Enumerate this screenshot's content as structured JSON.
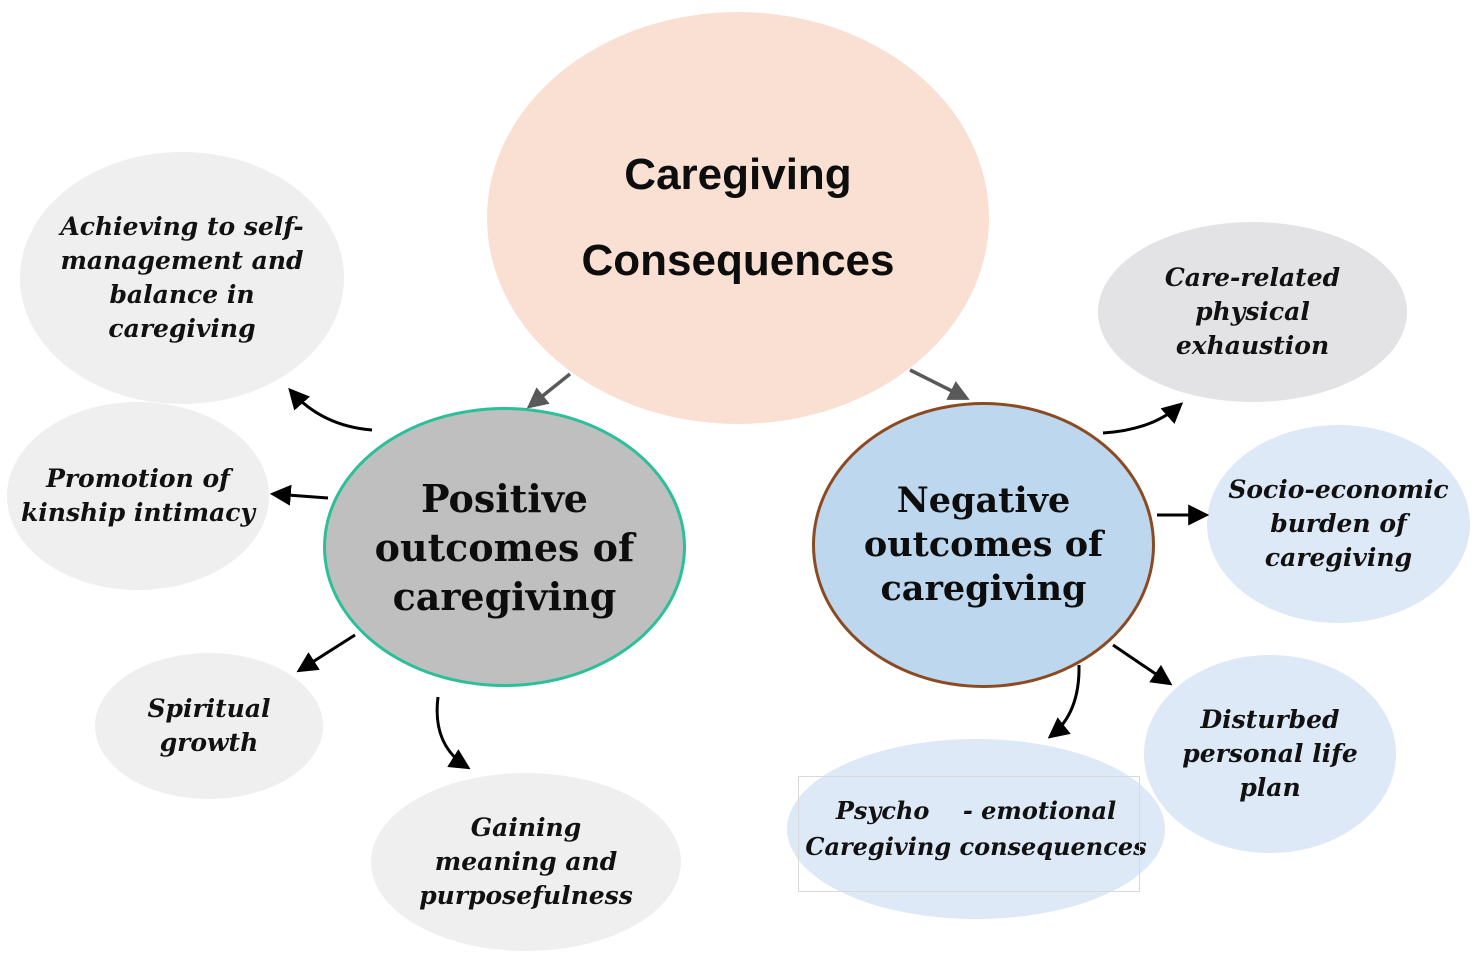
{
  "root": {
    "lines": [
      "Caregiving",
      "Consequences"
    ],
    "color": "#f9e0d2"
  },
  "positive": {
    "lines": [
      "Positive",
      "outcomes of",
      "caregiving"
    ],
    "color": "#bfbfbf",
    "border_color": "#2bbf9a",
    "outcomes": [
      {
        "lines": [
          "Achieving to self-",
          "management and",
          "balance in",
          "caregiving"
        ]
      },
      {
        "lines": [
          "Promotion of",
          "kinship intimacy"
        ]
      },
      {
        "lines": [
          "Spiritual",
          "growth"
        ]
      },
      {
        "lines": [
          "Gaining",
          "meaning and",
          "purposefulness"
        ]
      }
    ]
  },
  "negative": {
    "lines": [
      "Negative",
      "outcomes of",
      "caregiving"
    ],
    "color": "#bdd7ee",
    "border_color": "#8b4a22",
    "outcomes": [
      {
        "lines": [
          "Care-related",
          "physical",
          "exhaustion"
        ]
      },
      {
        "lines": [
          "Socio-economic",
          "burden of",
          "caregiving"
        ]
      },
      {
        "lines": [
          "Disturbed",
          "personal life",
          "plan"
        ]
      },
      {
        "lines": [
          "Psycho    - emotional",
          "Caregiving consequences"
        ]
      }
    ]
  }
}
